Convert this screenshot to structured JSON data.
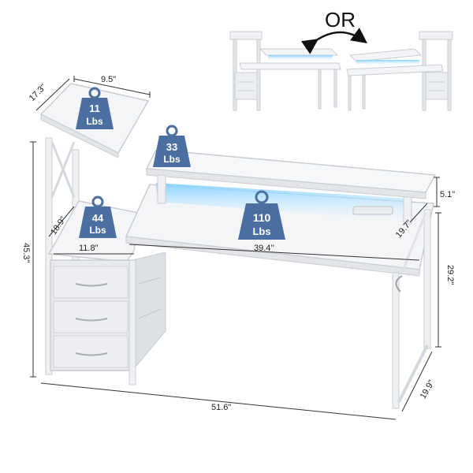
{
  "top_label": "OR",
  "weights": {
    "shelf": {
      "value": "11",
      "unit": "Lbs"
    },
    "monitor": {
      "value": "33",
      "unit": "Lbs"
    },
    "side": {
      "value": "44",
      "unit": "Lbs"
    },
    "desk": {
      "value": "110",
      "unit": "Lbs"
    }
  },
  "dimensions": {
    "shelf_width": "9.5\"",
    "shelf_depth": "17.3\"",
    "total_height": "45.3\"",
    "side_depth": "18.9\"",
    "side_width": "11.8\"",
    "desk_width": "39.4’’",
    "desk_depth": "19.7\"",
    "riser_height": "5.1\"",
    "desk_height": "29.2\"",
    "total_width": "51.6\"",
    "total_depth": "19.9\""
  },
  "colors": {
    "desk": "#f4f5f7",
    "edge": "#c9ccd2",
    "badge": "#4a6fa0",
    "led": "#7fd0ff",
    "dim_line": "#333333"
  }
}
